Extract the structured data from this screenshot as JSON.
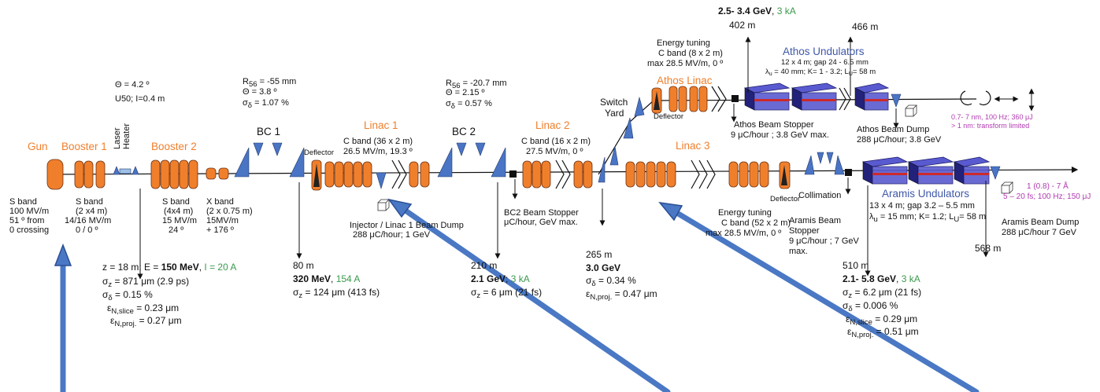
{
  "gun": {
    "title": "Gun",
    "l1": "S band",
    "l2": "100 MV/m",
    "l3": "51 º from",
    "l4": "0 crossing"
  },
  "booster1": {
    "title": "Booster 1",
    "l1": "S band",
    "l2": "(2 x4 m)",
    "l3": "14/16 MV/m",
    "l4": "0 / 0 º"
  },
  "laser_heater": {
    "title1": "Laser",
    "title2": "Heater",
    "theta": "Θ = 4.2 º",
    "u50": "U50; I=0.4 m"
  },
  "booster2": {
    "title": "Booster 2",
    "l1": "S band",
    "l2": "(4x4 m)",
    "l3": "15 MV/m",
    "l4": "24 º"
  },
  "xband": {
    "l1": "X band",
    "l2": "(2 x 0.75 m)",
    "l3": "15MV/m",
    "l4": "+ 176 º"
  },
  "bc1": {
    "title": "BC 1",
    "r56": "R",
    "r56_sub": "56",
    "r56_val": " = -55 mm",
    "theta": "Θ = 3.8 º",
    "sigma": "σ",
    "sigma_sub": "δ",
    "sigma_val": " = 1.07 %"
  },
  "linac1": {
    "title": "Linac 1",
    "l1": "C band (36 x 2 m)",
    "l2": "26.5 MV/m, 19.3 º",
    "deflector": "Deflector"
  },
  "bc2": {
    "title": "BC 2",
    "r56": "R",
    "r56_sub": "56",
    "r56_val": " = -20.7 mm",
    "theta": "Θ = 2.15 º",
    "sigma": "σ",
    "sigma_sub": "δ",
    "sigma_val": " = 0.57 %"
  },
  "linac2": {
    "title": "Linac 2",
    "l1": "C band (16 x 2 m)",
    "l2": "27.5 MV/m, 0 º"
  },
  "switch_yard": {
    "l1": "Switch",
    "l2": "Yard"
  },
  "athos_linac": {
    "title": "Athos Linac",
    "deflector": "Deflector",
    "e1": "Energy tuning",
    "e2": "C band (8 x 2 m)",
    "e3": "max 28.5 MV/m, 0 º"
  },
  "athos_top": {
    "energy": "2.5- 3.4 GeV",
    "current": "3 kA",
    "pos1": "402 m",
    "pos2": "466 m"
  },
  "athos_und": {
    "title": "Athos Undulators",
    "l1": "12 x 4 m; gap 24 - 6.5 mm",
    "l2": "λ",
    "l2_sub": "u",
    "l2_val": " = 40 mm; K= 1 - 3.2; L",
    "l2_sub2": "U",
    "l2_val2": "= 58 m"
  },
  "athos_stopper": {
    "l1": "Athos Beam Stopper",
    "l2": "9 μC/hour ; 3.8 GeV max."
  },
  "athos_dump": {
    "l1": "Athos Beam Dump",
    "l2": "288 μC/hour; 3.8 GeV"
  },
  "athos_out": {
    "l1": "0.7- 7 nm, 100 Hz; 360 μJ",
    "l2": "> 1 nm: transform limited"
  },
  "linac3": {
    "title": "Linac 3",
    "e1": "Energy tuning",
    "e2": "C band (52 x 2 m)",
    "e3": "max 28.5 MV/m, 0 º",
    "deflector": "Deflector"
  },
  "collimation": "Collimation",
  "aramis_und": {
    "title": "Aramis Undulators",
    "l1": "13 x 4 m; gap 3.2 – 5.5 mm",
    "l2": "λ",
    "l2_sub": "u",
    "l2_val": " = 15 mm; K= 1.2; L",
    "l2_sub2": "U",
    "l2_val2": "= 58 m"
  },
  "aramis_stopper": {
    "l1": "Aramis Beam",
    "l2": "Stopper",
    "l3": "9 μC/hour ; 7 GeV",
    "l4": "max."
  },
  "aramis_dump": {
    "l1": "Aramis Beam Dump",
    "l2": "288 μC/hour 7 GeV"
  },
  "aramis_out": {
    "l1": "1 (0.8) - 7 Å",
    "l2": "5 – 20 fs; 100 Hz; 150 μJ"
  },
  "injector_dump": {
    "l1": "Injector / Linac 1 Beam Dump",
    "l2": "288 μC/hour;  1 GeV"
  },
  "bc2_stopper": {
    "l1": "BC2 Beam Stopper",
    "l2": "μC/hour, GeV max."
  },
  "p18": {
    "z": "z = 18 m; E = ",
    "e": "150 MeV",
    "sep": ", ",
    "i": "I = 20 A",
    "sz": "σ",
    "sz_sub": "z",
    "sz_val": " = 871 μm (2.9 ps)",
    "sd": "σ",
    "sd_sub": "δ",
    "sd_val": " = 0.15 %",
    "es": "ε",
    "es_sub": "N,slice",
    "es_val": " = 0.23 μm",
    "ep": "ε",
    "ep_sub": "N,proj.",
    "ep_val": " = 0.27 μm"
  },
  "p80": {
    "pos": "80 m",
    "e": "320 MeV",
    "sep": ", ",
    "i": "154 A",
    "sz": "σ",
    "sz_sub": "z",
    "sz_val": " = 124 μm (413 fs)"
  },
  "p210": {
    "pos": "210 m",
    "e": "2.1 GeV",
    "sep": "; ",
    "i": "3 kA",
    "sz": "σ",
    "sz_sub": "z",
    "sz_val": " = 6 μm (21 fs)"
  },
  "p265": {
    "pos": "265 m",
    "e": "3.0 GeV",
    "sd": "σ",
    "sd_sub": "δ",
    "sd_val": " = 0.34 %",
    "ep": "ε",
    "ep_sub": "N,proj.",
    "ep_val": " = 0.47 μm"
  },
  "p510": {
    "pos": "510 m",
    "e": "2.1- 5.8 GeV",
    "sep": ", ",
    "i": "3 kA",
    "sz": "σ",
    "sz_sub": "z",
    "sz_val": " = 6.2 μm (21 fs)",
    "sd": "σ",
    "sd_sub": "δ",
    "sd_val": " = 0.006 %",
    "es": "ε",
    "es_sub": "N,slice",
    "es_val": " = 0.29 μm",
    "ep": "ε",
    "ep_sub": "N,proj.",
    "ep_val": " = 0.51 μm"
  },
  "p568": {
    "pos": "568 m"
  },
  "colors": {
    "section_orange": "#f07f2c",
    "undulator_blue": "#3f58a8",
    "current_green": "#3a9a4c",
    "output_purple": "#b03ab0",
    "annotation_arrow": "#4a78c4"
  }
}
